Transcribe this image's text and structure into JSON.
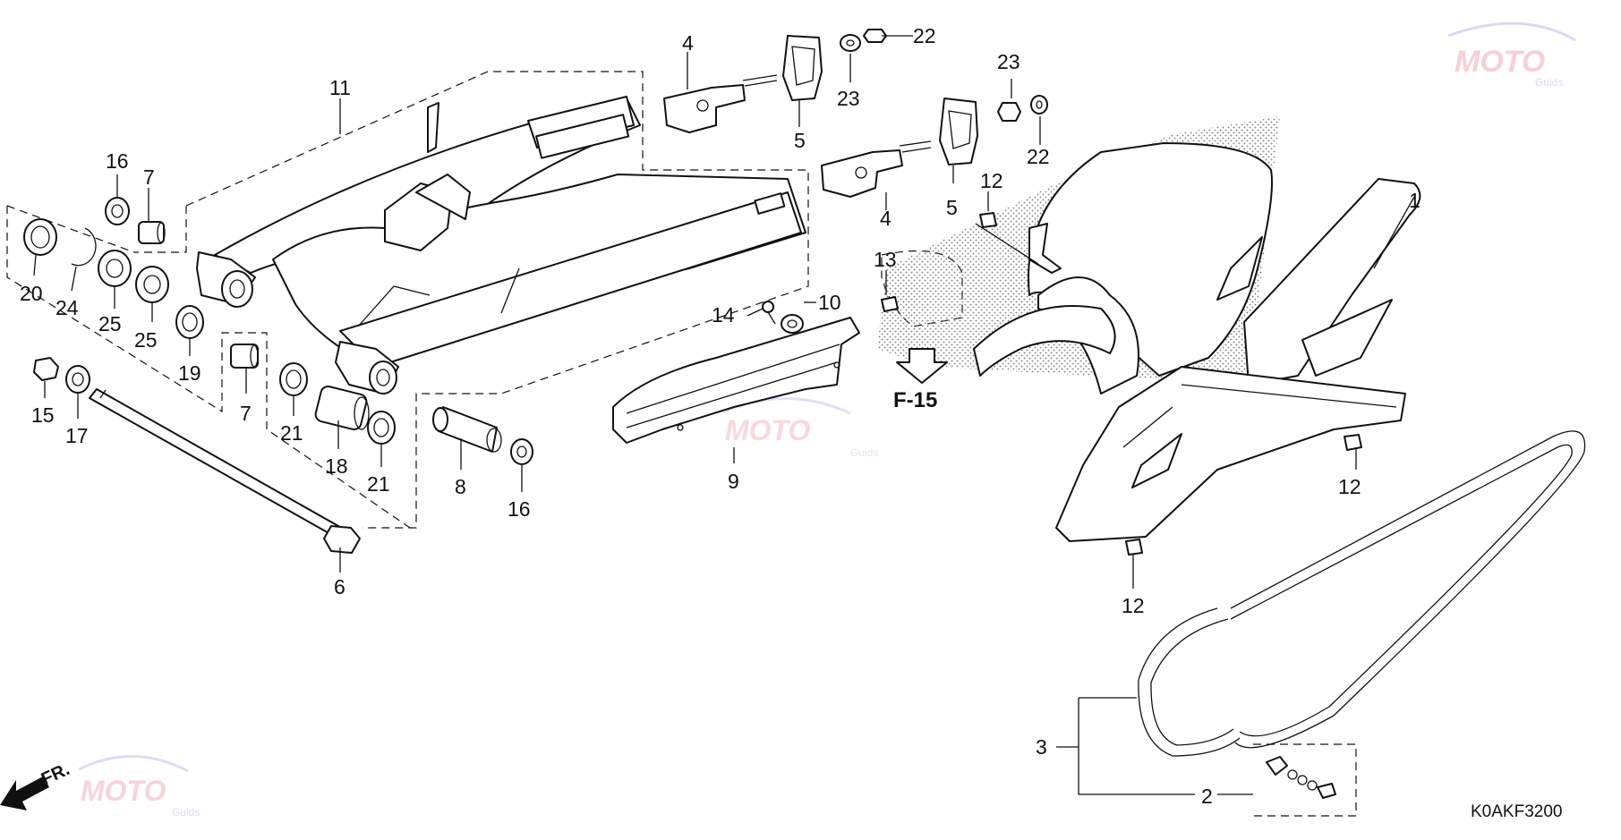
{
  "diagram_code": "K0AKF3200",
  "reference_label": "F-15",
  "front_label": "FR.",
  "watermark": {
    "brand": "MOTO",
    "sub": "Guids"
  },
  "callouts": [
    {
      "id": "c1",
      "text": "1"
    },
    {
      "id": "c2",
      "text": "2"
    },
    {
      "id": "c3",
      "text": "3"
    },
    {
      "id": "c4a",
      "text": "4"
    },
    {
      "id": "c4b",
      "text": "4"
    },
    {
      "id": "c5a",
      "text": "5"
    },
    {
      "id": "c5b",
      "text": "5"
    },
    {
      "id": "c6",
      "text": "6"
    },
    {
      "id": "c7a",
      "text": "7"
    },
    {
      "id": "c7b",
      "text": "7"
    },
    {
      "id": "c8",
      "text": "8"
    },
    {
      "id": "c9",
      "text": "9"
    },
    {
      "id": "c10",
      "text": "10"
    },
    {
      "id": "c11",
      "text": "11"
    },
    {
      "id": "c12a",
      "text": "12"
    },
    {
      "id": "c12b",
      "text": "12"
    },
    {
      "id": "c12c",
      "text": "12"
    },
    {
      "id": "c13",
      "text": "13"
    },
    {
      "id": "c14",
      "text": "14"
    },
    {
      "id": "c15",
      "text": "15"
    },
    {
      "id": "c16a",
      "text": "16"
    },
    {
      "id": "c16b",
      "text": "16"
    },
    {
      "id": "c17",
      "text": "17"
    },
    {
      "id": "c18",
      "text": "18"
    },
    {
      "id": "c19",
      "text": "19"
    },
    {
      "id": "c20",
      "text": "20"
    },
    {
      "id": "c21a",
      "text": "21"
    },
    {
      "id": "c21b",
      "text": "21"
    },
    {
      "id": "c22a",
      "text": "22"
    },
    {
      "id": "c22b",
      "text": "22"
    },
    {
      "id": "c23a",
      "text": "23"
    },
    {
      "id": "c23b",
      "text": "23"
    },
    {
      "id": "c24",
      "text": "24"
    },
    {
      "id": "c25a",
      "text": "25"
    },
    {
      "id": "c25b",
      "text": "25"
    }
  ]
}
